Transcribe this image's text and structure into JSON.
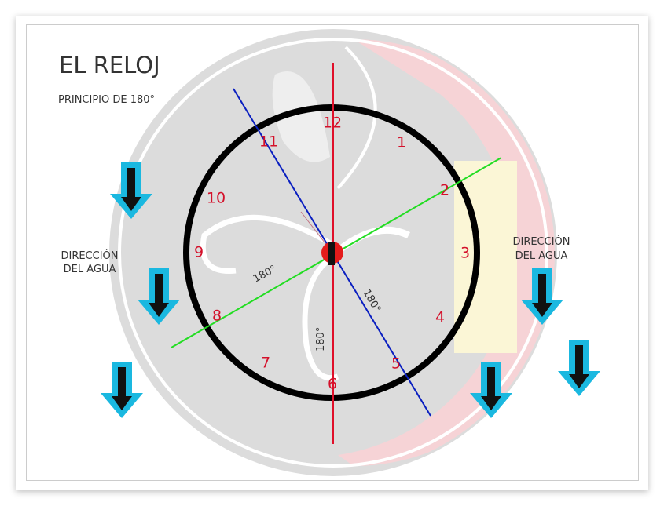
{
  "title": "EL RELOJ",
  "subtitle": "PRINCIPIO DE 180°",
  "left_label": [
    "DIRECCIÓN",
    "DEL AGUA"
  ],
  "right_label": [
    "DIRECCIÓN",
    "DEL AGUA"
  ],
  "clock_numbers": [
    "12",
    "1",
    "2",
    "3",
    "4",
    "5",
    "6",
    "7",
    "8",
    "9",
    "10",
    "11"
  ],
  "angle_labels": [
    "180°",
    "180°",
    "180°"
  ],
  "colors": {
    "vertical_line": "#e0102a",
    "diagonal_blue": "#0a1fc0",
    "diagonal_green": "#22dd22",
    "arrow": "#1ab8e0",
    "numbers": "#d4102a"
  }
}
